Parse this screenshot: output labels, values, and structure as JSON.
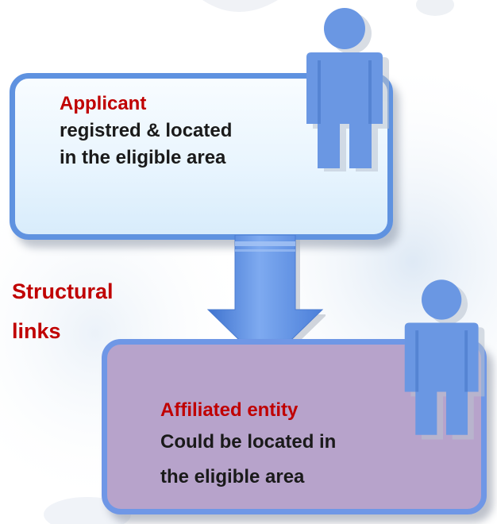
{
  "applicant": {
    "title": "Applicant",
    "line1": "registred & located",
    "line2": "in the eligible area"
  },
  "link": {
    "line1": "Structural",
    "line2": "links"
  },
  "affiliated": {
    "title": "Affiliated entity",
    "line1": "Could be located in",
    "line2": "the eligible area"
  },
  "colors": {
    "accent_red": "#c00000",
    "box_border_blue": "#5f92e0",
    "affiliated_fill": "#b7a3cb",
    "person_blue": "#6a97e3",
    "arrow_blue": "#5b8fe0"
  },
  "icons": [
    "person-icon",
    "person-icon",
    "down-arrow-icon"
  ]
}
